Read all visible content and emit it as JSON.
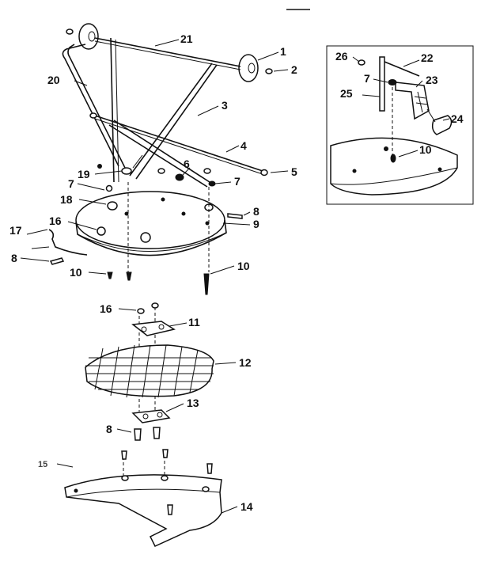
{
  "callouts": [
    {
      "id": "c1",
      "text": "1"
    },
    {
      "id": "c2",
      "text": "2"
    },
    {
      "id": "c3",
      "text": "3"
    },
    {
      "id": "c4",
      "text": "4"
    },
    {
      "id": "c5",
      "text": "5"
    },
    {
      "id": "c6",
      "text": "6"
    },
    {
      "id": "c7a",
      "text": "7"
    },
    {
      "id": "c7b",
      "text": "7"
    },
    {
      "id": "c7c",
      "text": "7"
    },
    {
      "id": "c8a",
      "text": "8"
    },
    {
      "id": "c8b",
      "text": "8"
    },
    {
      "id": "c8c",
      "text": "8"
    },
    {
      "id": "c9",
      "text": "9"
    },
    {
      "id": "c10a",
      "text": "10"
    },
    {
      "id": "c10b",
      "text": "10"
    },
    {
      "id": "c10c",
      "text": "10"
    },
    {
      "id": "c11",
      "text": "11"
    },
    {
      "id": "c12",
      "text": "12"
    },
    {
      "id": "c13",
      "text": "13"
    },
    {
      "id": "c14",
      "text": "14"
    },
    {
      "id": "c15",
      "text": "15"
    },
    {
      "id": "c16a",
      "text": "16"
    },
    {
      "id": "c16b",
      "text": "16"
    },
    {
      "id": "c17",
      "text": "17"
    },
    {
      "id": "c18",
      "text": "18"
    },
    {
      "id": "c19",
      "text": "19"
    },
    {
      "id": "c20",
      "text": "20"
    },
    {
      "id": "c21",
      "text": "21"
    },
    {
      "id": "c22",
      "text": "22"
    },
    {
      "id": "c23",
      "text": "23"
    },
    {
      "id": "c24",
      "text": "24"
    },
    {
      "id": "c25",
      "text": "25"
    },
    {
      "id": "c26",
      "text": "26"
    }
  ]
}
